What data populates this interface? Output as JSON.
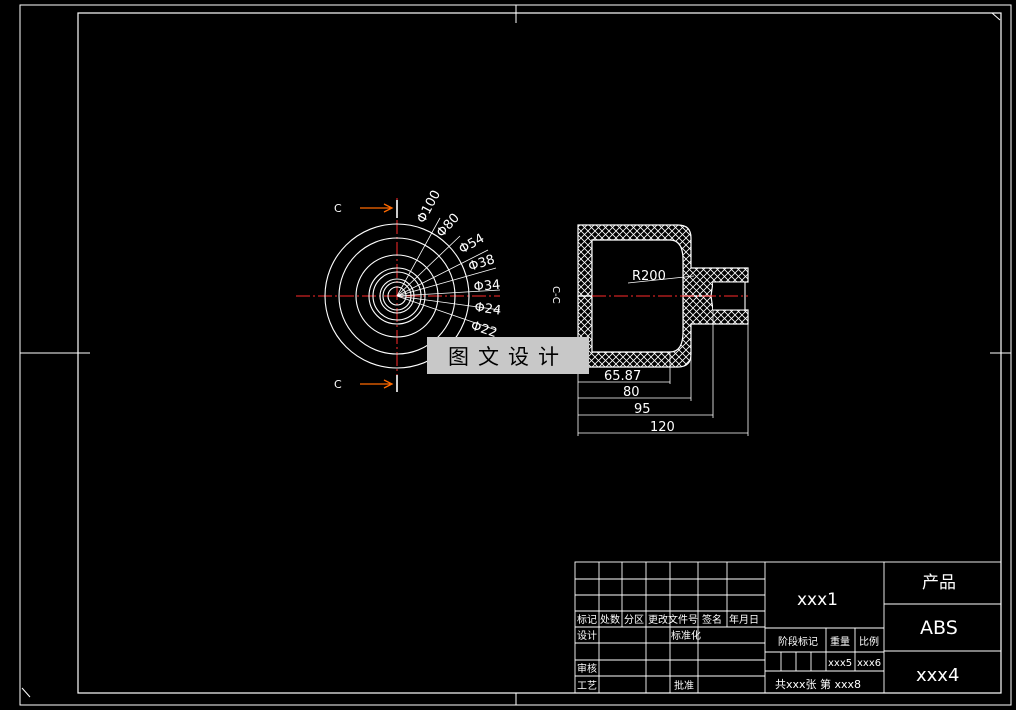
{
  "colors": {
    "background": "#000000",
    "line": "#ffffff",
    "centerline": "#ff2a2a",
    "arrow": "#ff6a00",
    "watermark_bg": "#c8c8c8"
  },
  "watermark": "图文设计",
  "front_view": {
    "diameters": [
      "Φ100",
      "Φ80",
      "Φ54",
      "Φ38",
      "Φ34",
      "Φ24",
      "Φ22"
    ],
    "section_letter_top": "C",
    "section_letter_bottom": "C"
  },
  "section_view": {
    "radius_label": "R200",
    "section_letter": "C-C",
    "dims": [
      "65.87",
      "80",
      "95",
      "120"
    ]
  },
  "title_block": {
    "headers": [
      "标记",
      "处数",
      "分区",
      "更改文件号",
      "签名",
      "年月日"
    ],
    "row_design": [
      "设计",
      "标准化"
    ],
    "row_check": "审核",
    "row_process": [
      "工艺",
      "批准"
    ],
    "drawing_no": "xxx1",
    "stage_mark": "阶段标记",
    "weight": "重量",
    "scale": "比例",
    "weight_val": "xxx5",
    "scale_val": "xxx6",
    "sheet_info": "共xxx张 第 xxx8",
    "product": "产品",
    "material": "ABS",
    "code": "xxx4"
  }
}
